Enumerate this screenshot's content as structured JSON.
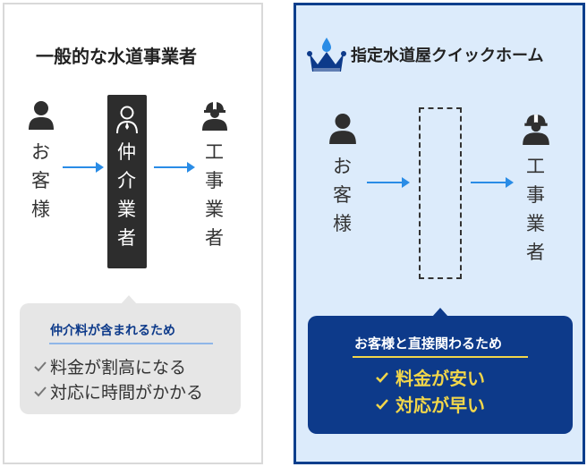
{
  "left": {
    "title": "一般的な水道事業者",
    "customer": [
      "お",
      "客",
      "様"
    ],
    "broker": [
      "仲",
      "介",
      "業",
      "者"
    ],
    "contractor": [
      "工",
      "事",
      "業",
      "者"
    ],
    "bubble_title": "仲介料が含まれるため",
    "points": [
      "料金が割高になる",
      "対応に時間がかかる"
    ]
  },
  "right": {
    "title": "指定水道屋クイックホーム",
    "customer": [
      "お",
      "客",
      "様"
    ],
    "contractor": [
      "工",
      "事",
      "業",
      "者"
    ],
    "bubble_title": "お客様と直接関わるため",
    "points": [
      "料金が安い",
      "対応が早い"
    ]
  },
  "colors": {
    "navy": "#0d3a8a",
    "arrow_blue": "#2a8ce6",
    "highlight_yellow": "#f2d64a",
    "light_blue_bg": "#dcebfb"
  },
  "icons": [
    "person-icon",
    "worker-helmet-icon",
    "broker-person-icon",
    "crown-drop-icon",
    "checkmark-icon"
  ]
}
